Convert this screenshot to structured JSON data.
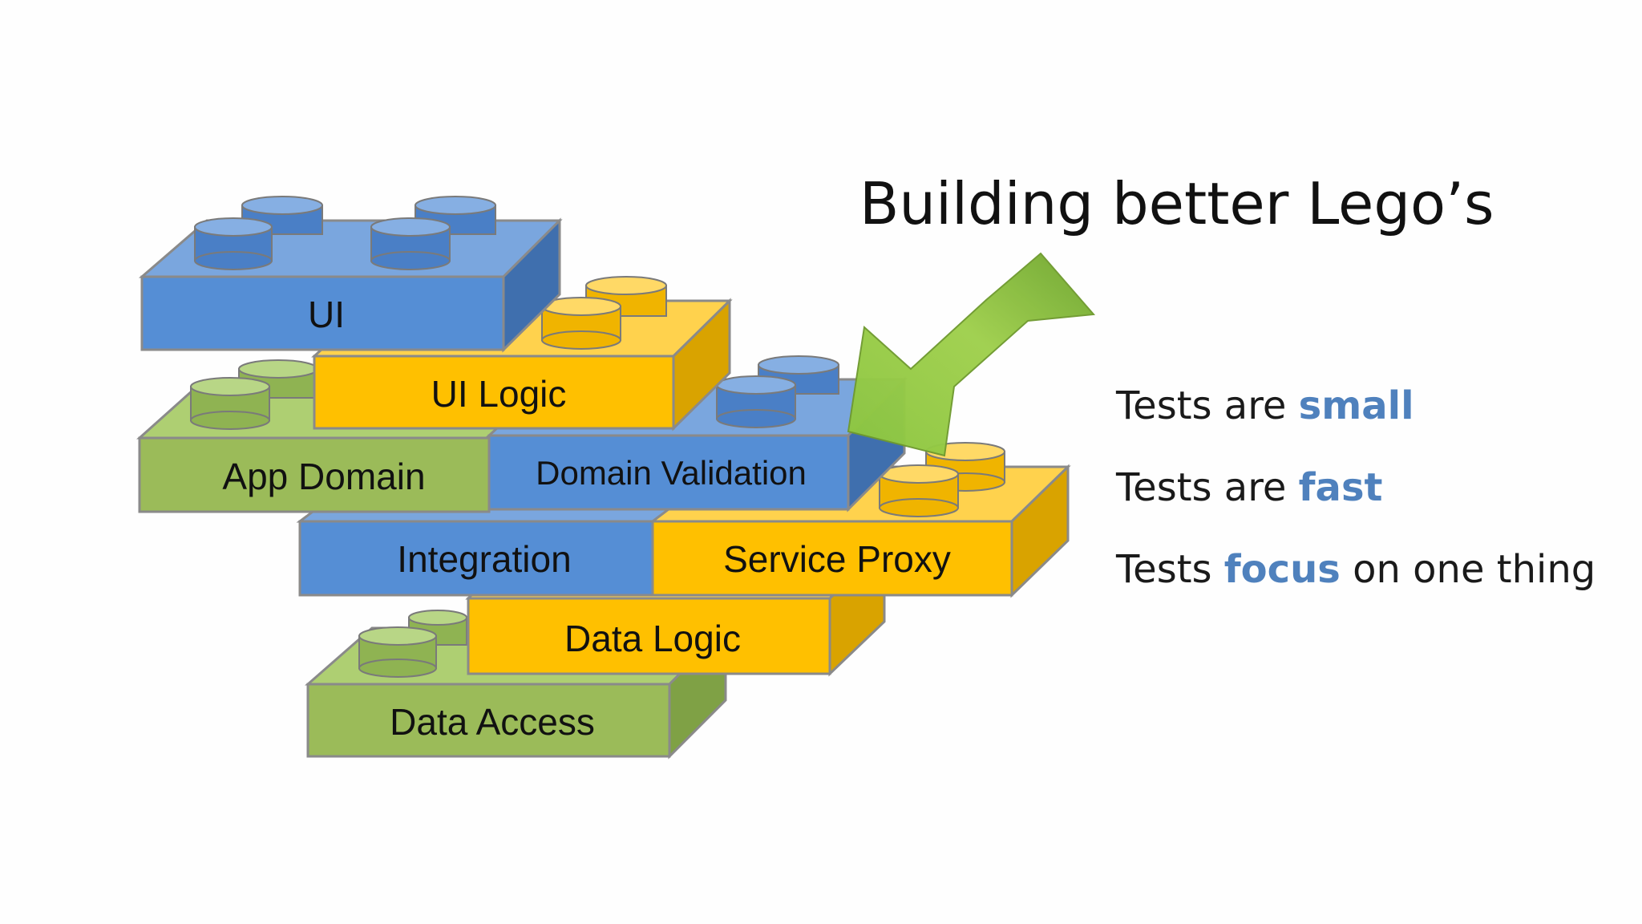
{
  "title": "Building better Lego’s",
  "bricks": {
    "ui": "UI",
    "ui_logic": "UI Logic",
    "app_domain": "App Domain",
    "domain_validation": "Domain Validation",
    "integration": "Integration",
    "service_proxy": "Service Proxy",
    "data_logic": "Data Logic",
    "data_access": "Data Access"
  },
  "bullets": [
    {
      "pre": "Tests are ",
      "highlight": "small",
      "post": ""
    },
    {
      "pre": "Tests are ",
      "highlight": "fast",
      "post": ""
    },
    {
      "pre": "Tests ",
      "highlight": "focus",
      "post": " on one thing"
    }
  ],
  "colors": {
    "blue": "#558ed5",
    "yellow": "#ffc000",
    "green": "#9bbb59",
    "arrow": "#8cc63f",
    "highlight": "#4f81bd"
  }
}
